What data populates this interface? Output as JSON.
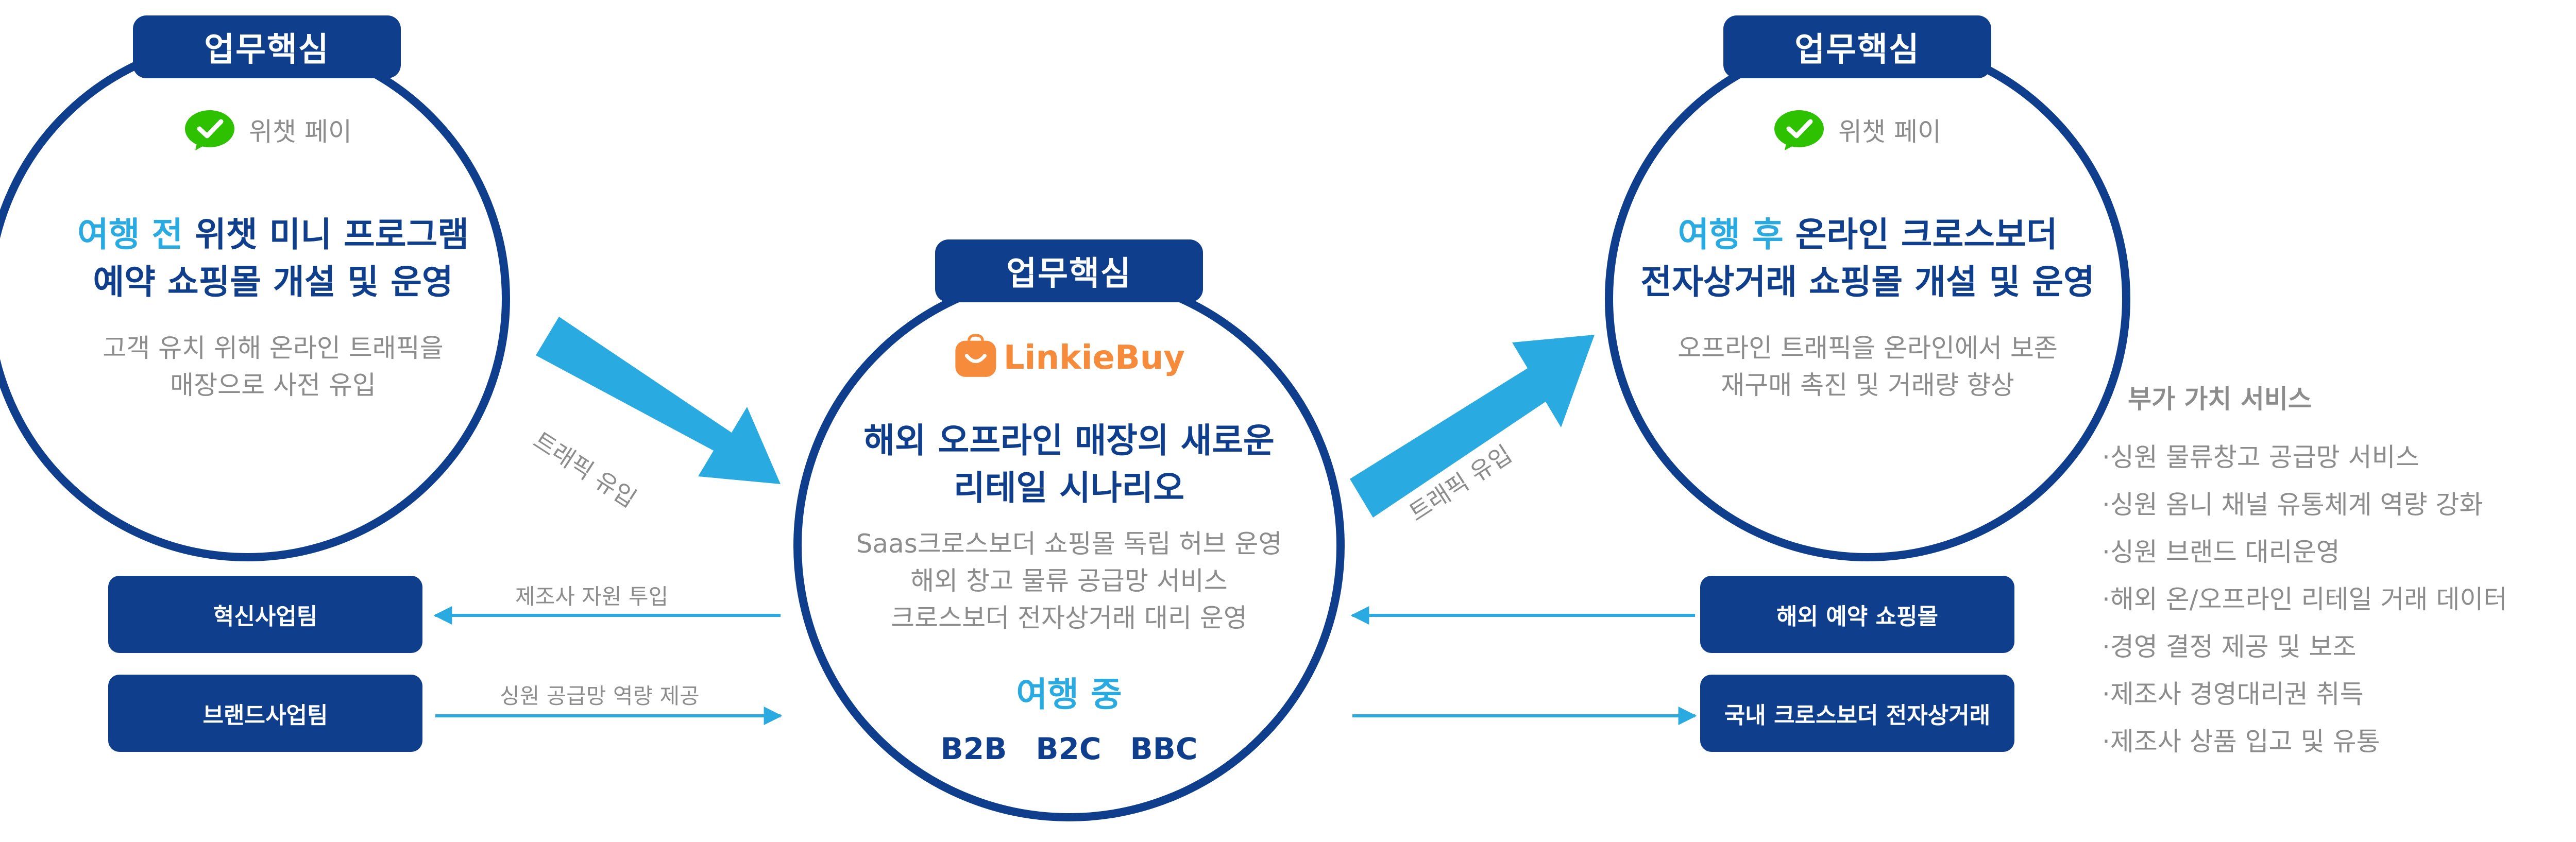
{
  "badge_label": "업무핵심",
  "left_circle": {
    "wechat_label": "위챗 페이",
    "title_highlight": "여행 전",
    "title_line1_rest": " 위챗 미니 프로그램",
    "title_line2": "예약 쇼핑몰 개설 및 운영",
    "desc_line1": "고객 유치 위해 온라인 트래픽을",
    "desc_line2": "매장으로 사전 유입"
  },
  "center_circle": {
    "logo_text": "LinkieBuy",
    "title_line1": "해외 오프라인 매장의 새로운",
    "title_line2": "리테일 시나리오",
    "desc_lines": [
      "Saas크로스보더 쇼핑몰 독립 허브 운영",
      "해외 창고 물류 공급망 서비스",
      "크로스보더 전자상거래 대리 운영"
    ],
    "during_label": "여행 중",
    "models": [
      "B2B",
      "B2C",
      "BBC"
    ]
  },
  "right_circle": {
    "wechat_label": "위챗 페이",
    "title_highlight": "여행 후",
    "title_line1_rest": " 온라인 크로스보더",
    "title_line2": "전자상거래 쇼핑몰 개설 및 운영",
    "desc_line1": "오프라인 트래픽을 온라인에서 보존",
    "desc_line2": "재구매 촉진 및 거래량 향상"
  },
  "arrow_labels": {
    "left": "트래픽 유입",
    "right": "트래픽 유입"
  },
  "left_boxes": [
    {
      "label": "혁신사업팀",
      "link_label": "제조사 자원 투입"
    },
    {
      "label": "브랜드사업팀",
      "link_label": "싱원 공급망 역량 제공"
    }
  ],
  "right_boxes": [
    {
      "label": "해외 예약 쇼핑몰"
    },
    {
      "label": "국내 크로스보더 전자상거래"
    }
  ],
  "value_added": {
    "title": "부가 가치 서비스",
    "items": [
      "·싱원 물류창고 공급망 서비스",
      "·싱원 옴니 채널 유통체계 역량 강화",
      "·싱원 브랜드 대리운영",
      "·해외 온/오프라인 리테일 거래 데이터",
      "·경영 결정 제공 및 보조",
      "·제조사 경영대리권 취득",
      "·제조사 상품 입고 및 유통"
    ]
  },
  "colors": {
    "navy": "#0f3e8c",
    "accent": "#29abe2",
    "gray": "#8c8c8c",
    "wechat_green": "#2dc100",
    "logo_orange": "#f68b3c"
  }
}
